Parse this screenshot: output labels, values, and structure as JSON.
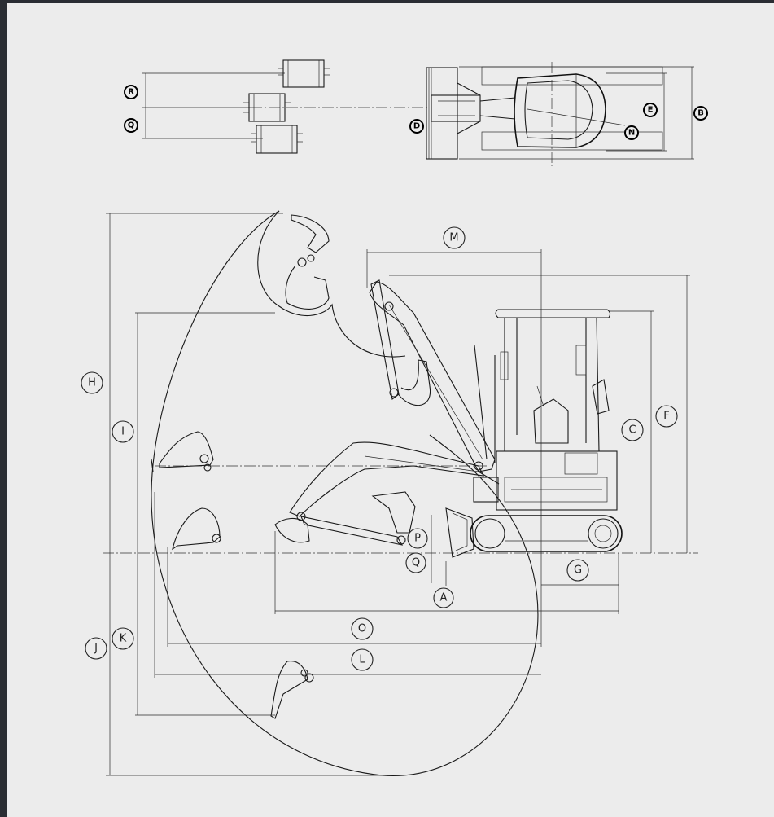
{
  "top_view_labels": {
    "R": "R",
    "Q": "Q",
    "D": "D",
    "E": "E",
    "N": "N",
    "B": "B"
  },
  "side_view_labels": {
    "H": "H",
    "I": "I",
    "J": "J",
    "K": "K",
    "M": "M",
    "C": "C",
    "F": "F",
    "P": "P",
    "Q": "Q",
    "A": "A",
    "G": "G",
    "O": "O",
    "L": "L"
  },
  "colors": {
    "background": "#ececec",
    "line": "#1a1a1a",
    "outer_frame": "#2a2d33"
  }
}
